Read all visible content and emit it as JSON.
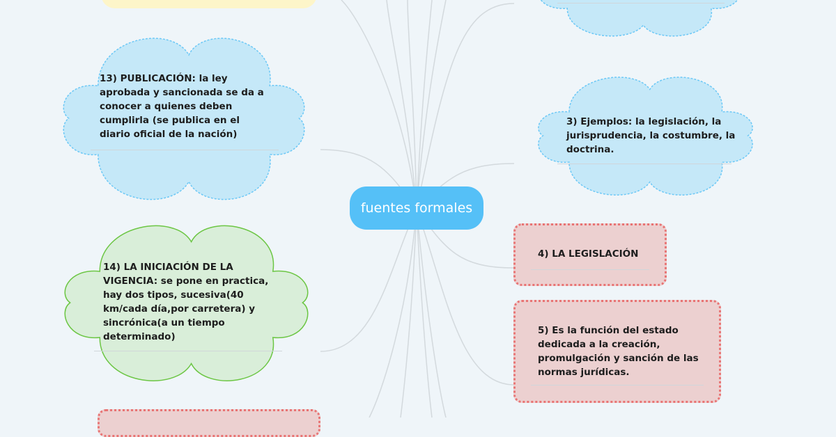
{
  "central_topic": "fuentes formales",
  "nodes": {
    "n13": "13) PUBLICACIÓN: la ley aprobada y sancionada se da a conocer a quienes deben cumplirla (se publica en el diario oficial de la nación)",
    "n14": "14) LA INICIACIÓN DE LA VIGENCIA: se pone en practica, hay dos tipos, sucesiva(40 km/cada día,por carretera) y sincrónica(a un tiempo determinado)",
    "n3": "3) Ejemplos: la legislación, la jurisprudencia, la costumbre, la doctrina.",
    "n4": "4) LA LEGISLACIÓN",
    "n5": "5) Es la función del estado dedicada a la creación, promulgación y sanción de las normas jurídicas."
  },
  "colors": {
    "central": "#55c0f7",
    "cloud_blue": "#c5e8f8",
    "cloud_green": "#d9eed9",
    "box_pink": "#ecd0d0",
    "yellow": "#fdf5c9"
  }
}
